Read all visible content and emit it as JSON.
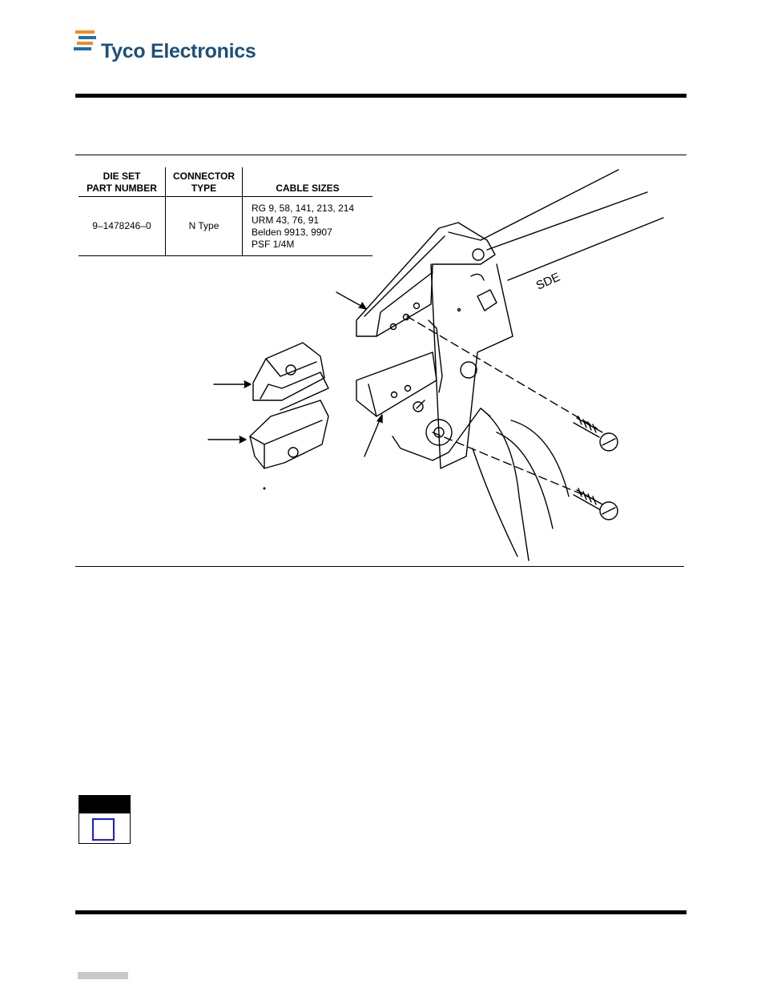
{
  "brand": {
    "name": "Tyco Electronics",
    "logo_colors": {
      "orange": "#f28c1b",
      "blue": "#1d6fb2",
      "text": "#1d4f79"
    }
  },
  "table": {
    "headers": [
      "DIE SET\nPART NUMBER",
      "CONNECTOR\nTYPE",
      "CABLE SIZES"
    ],
    "header_lines": [
      [
        "DIE SET",
        "PART NUMBER"
      ],
      [
        "CONNECTOR",
        "TYPE"
      ],
      [
        "CABLE SIZES"
      ]
    ],
    "rows": [
      {
        "part_number": "9–1478246–0",
        "connector_type": "N Type",
        "cable_sizes": [
          "RG 9, 58, 141, 213, 214",
          "URM 43, 76, 91",
          "Belden 9913, 9907",
          "PSF 1/4M"
        ]
      }
    ]
  },
  "illustration": {
    "tool_marking": "SDE"
  },
  "note_box": {
    "square_color": "#1a1adc"
  }
}
